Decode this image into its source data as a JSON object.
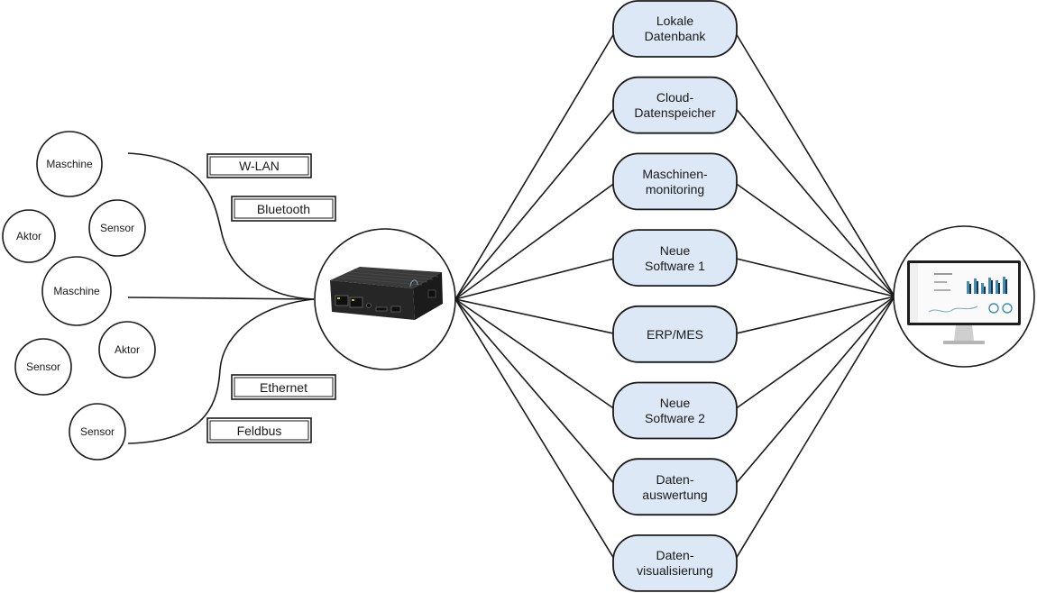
{
  "sources": [
    {
      "id": "src-maschine-1",
      "label": "Maschine"
    },
    {
      "id": "src-aktor-1",
      "label": "Aktor"
    },
    {
      "id": "src-sensor-1",
      "label": "Sensor"
    },
    {
      "id": "src-maschine-2",
      "label": "Maschine"
    },
    {
      "id": "src-sensor-2",
      "label": "Sensor"
    },
    {
      "id": "src-aktor-2",
      "label": "Aktor"
    },
    {
      "id": "src-sensor-3",
      "label": "Sensor"
    }
  ],
  "connections": [
    {
      "id": "conn-wlan",
      "label": "W-LAN"
    },
    {
      "id": "conn-bluetooth",
      "label": "Bluetooth"
    },
    {
      "id": "conn-ethernet",
      "label": "Ethernet"
    },
    {
      "id": "conn-feldbus",
      "label": "Feldbus"
    }
  ],
  "hub": {
    "icon": "gateway-device-icon"
  },
  "targets": [
    {
      "id": "tgt-lokale-datenbank",
      "label": "Lokale\nDatenbank"
    },
    {
      "id": "tgt-cloud",
      "label": "Cloud-\nDatenspeicher"
    },
    {
      "id": "tgt-monitoring",
      "label": "Maschinen-\nmonitoring"
    },
    {
      "id": "tgt-software-1",
      "label": "Neue\nSoftware 1"
    },
    {
      "id": "tgt-erp-mes",
      "label": "ERP/MES"
    },
    {
      "id": "tgt-software-2",
      "label": "Neue\nSoftware 2"
    },
    {
      "id": "tgt-auswertung",
      "label": "Daten-\nauswertung"
    },
    {
      "id": "tgt-visualisierung",
      "label": "Daten-\nvisualisierung"
    }
  ],
  "output": {
    "icon": "monitor-dashboard-icon"
  },
  "colors": {
    "target_fill": "#dce8f5",
    "stroke": "#1a1a1a",
    "device": "#2b2b2b"
  }
}
